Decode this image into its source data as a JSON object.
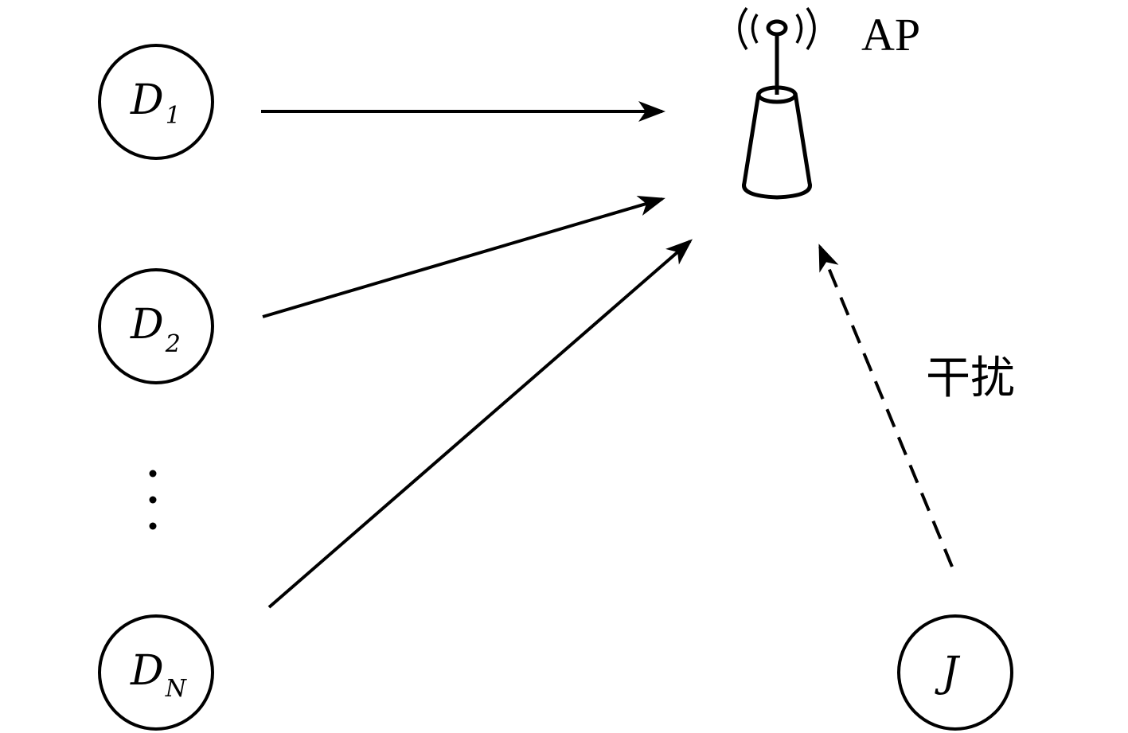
{
  "nodes": {
    "d1": {
      "main": "D",
      "sub": "1"
    },
    "d2": {
      "main": "D",
      "sub": "2"
    },
    "dn": {
      "main": "D",
      "sub": "N"
    },
    "j": {
      "main": "J"
    }
  },
  "access_point": {
    "label": "AP"
  },
  "interference": {
    "label": "干扰"
  },
  "colors": {
    "stroke": "#000000",
    "background": "#ffffff"
  },
  "icons": {
    "access_point": "antenna-tower-icon",
    "ellipsis": "vertical-ellipsis-icon"
  }
}
